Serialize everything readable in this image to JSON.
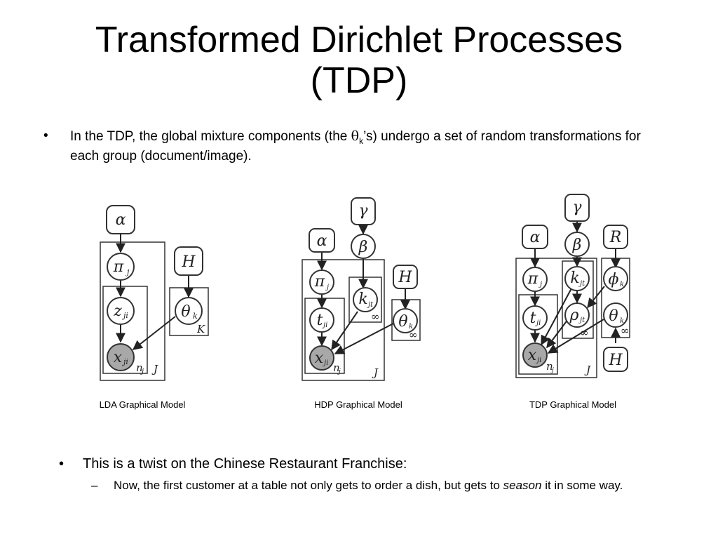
{
  "slide": {
    "title_line1": "Transformed Dirichlet Processes",
    "title_line2": "(TDP)"
  },
  "bullets": {
    "mark": "•",
    "dash": "–",
    "b1_prefix": "In the TDP, the global mixture components (the ",
    "b1_theta": "θ",
    "b1_sub": "k",
    "b1_suffix": "’s) undergo a set of random transformations for each group (document/image).",
    "b2": "This is a twist on the Chinese Restaurant Franchise:",
    "b3_prefix": "Now, the first customer at a table not only gets to order a dish, but gets to ",
    "b3_emph": "season",
    "b3_suffix": " it in some way."
  },
  "models": {
    "lda": {
      "caption": "LDA Graphical Model",
      "alpha": "α",
      "pi": "π",
      "pi_sub": "j",
      "z": "z",
      "z_sub": "ji",
      "x": "x",
      "x_sub": "ji",
      "H": "H",
      "theta": "θ",
      "theta_sub": "k",
      "plate_nj": "n",
      "plate_nj_sub": "j",
      "plate_J": "J",
      "plate_K": "K"
    },
    "hdp": {
      "caption": "HDP Graphical Model",
      "gamma": "γ",
      "beta": "β",
      "alpha": "α",
      "pi": "π",
      "pi_sub": "j",
      "k": "k",
      "k_sub": "jt",
      "t": "t",
      "t_sub": "ji",
      "x": "x",
      "x_sub": "ji",
      "H": "H",
      "theta": "θ",
      "theta_sub": "k",
      "inf": "∞",
      "plate_nj": "n",
      "plate_nj_sub": "j",
      "plate_J": "J"
    },
    "tdp": {
      "caption": "TDP Graphical Model",
      "gamma": "γ",
      "beta": "β",
      "alpha": "α",
      "R": "R",
      "pi": "π",
      "pi_sub": "j",
      "k": "k",
      "k_sub": "jt",
      "phi": "ϕ",
      "phi_sub": "k",
      "t": "t",
      "t_sub": "ji",
      "rho": "ρ",
      "rho_sub": "jt",
      "theta": "θ",
      "theta_sub": "k",
      "x": "x",
      "x_sub": "ji",
      "H": "H",
      "inf": "∞",
      "plate_nj": "n",
      "plate_nj_sub": "j",
      "plate_J": "J"
    }
  }
}
